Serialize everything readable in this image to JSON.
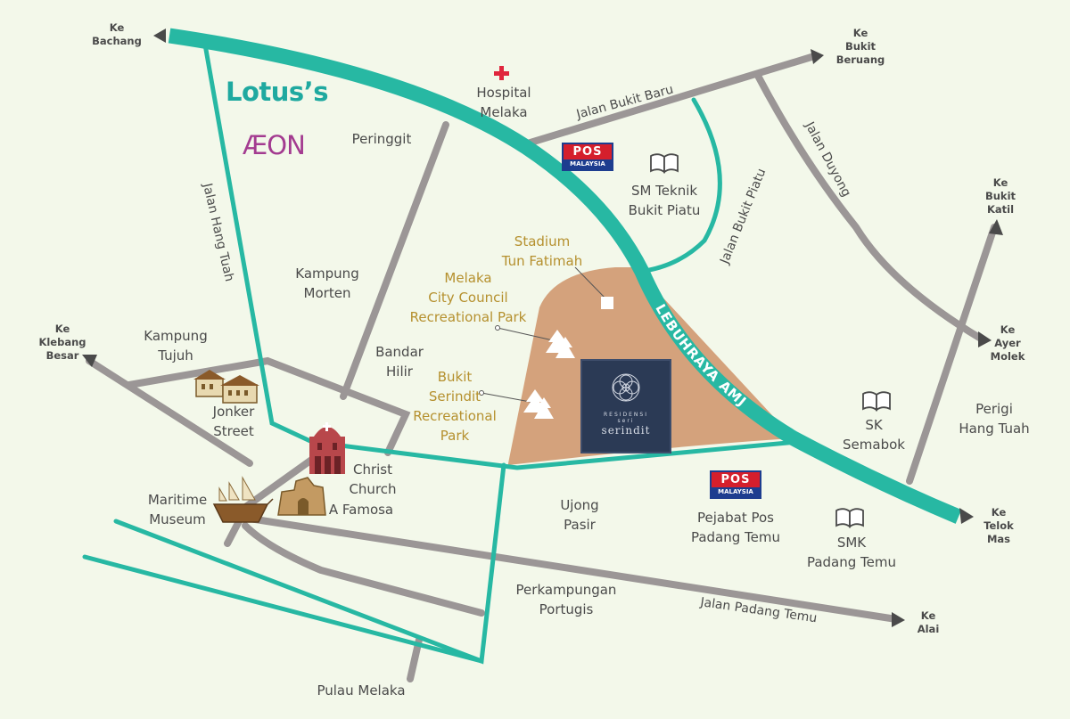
{
  "colors": {
    "background": "#f3f8ea",
    "highway": "#27b8a3",
    "road": "#9b9696",
    "estate": "#d4a27c",
    "gold_text": "#b5902e"
  },
  "highway_name": "LEBUHRAYA AMJ",
  "road_names": {
    "jalan_hang_tuah": "Jalan Hang Tuah",
    "jalan_bukit_baru": "Jalan Bukit Baru",
    "jalan_bukit_piatu": "Jalan Bukit Piatu",
    "jalan_duyong": "Jalan Duyong",
    "jalan_padang_temu": "Jalan Padang Temu"
  },
  "directions": {
    "bachang": "Ke\nBachang",
    "bukit_beruang": "Ke\nBukit\nBeruang",
    "bukit_katil": "Ke\nBukit\nKatil",
    "ayer_molek": "Ke\nAyer\nMolek",
    "telok_mas": "Ke\nTelok\nMas",
    "alai": "Ke\nAlai",
    "klebang_besar": "Ke\nKlebang\nBesar"
  },
  "places": {
    "hospital": "Hospital\nMelaka",
    "peringgit": "Peringgit",
    "sm_teknik": "SM Teknik\nBukit Piatu",
    "kampung_morten": "Kampung\nMorten",
    "kampung_tujuh": "Kampung\nTujuh",
    "bandar_hilir": "Bandar\nHilir",
    "jonker_street": "Jonker\nStreet",
    "christ_church": "Christ\nChurch",
    "maritime_museum": "Maritime\nMuseum",
    "a_famosa": "A Famosa",
    "ujong_pasir": "Ujong\nPasir",
    "pejabat_pos": "Pejabat Pos\nPadang Temu",
    "sk_semabok": "SK\nSemabok",
    "smk_padang_temu": "SMK\nPadang Temu",
    "perigi_hang_tuah": "Perigi\nHang Tuah",
    "perkampungan_portugis": "Perkampungan\nPortugis",
    "pulau_melaka": "Pulau Melaka"
  },
  "highlights": {
    "stadium": "Stadium\nTun Fatimah",
    "city_council_park": "Melaka\nCity Council\nRecreational Park",
    "bukit_serindit_park": "Bukit\nSerindit\nRecreational\nPark"
  },
  "brands": {
    "lotus": "Lotus’s",
    "aeon": "ÆON",
    "pos_top": "POS",
    "pos_bottom": "MALAYSIA"
  },
  "project_logo": {
    "line1": "RESIDENSI",
    "line2": "seri",
    "line3": "serindit"
  }
}
